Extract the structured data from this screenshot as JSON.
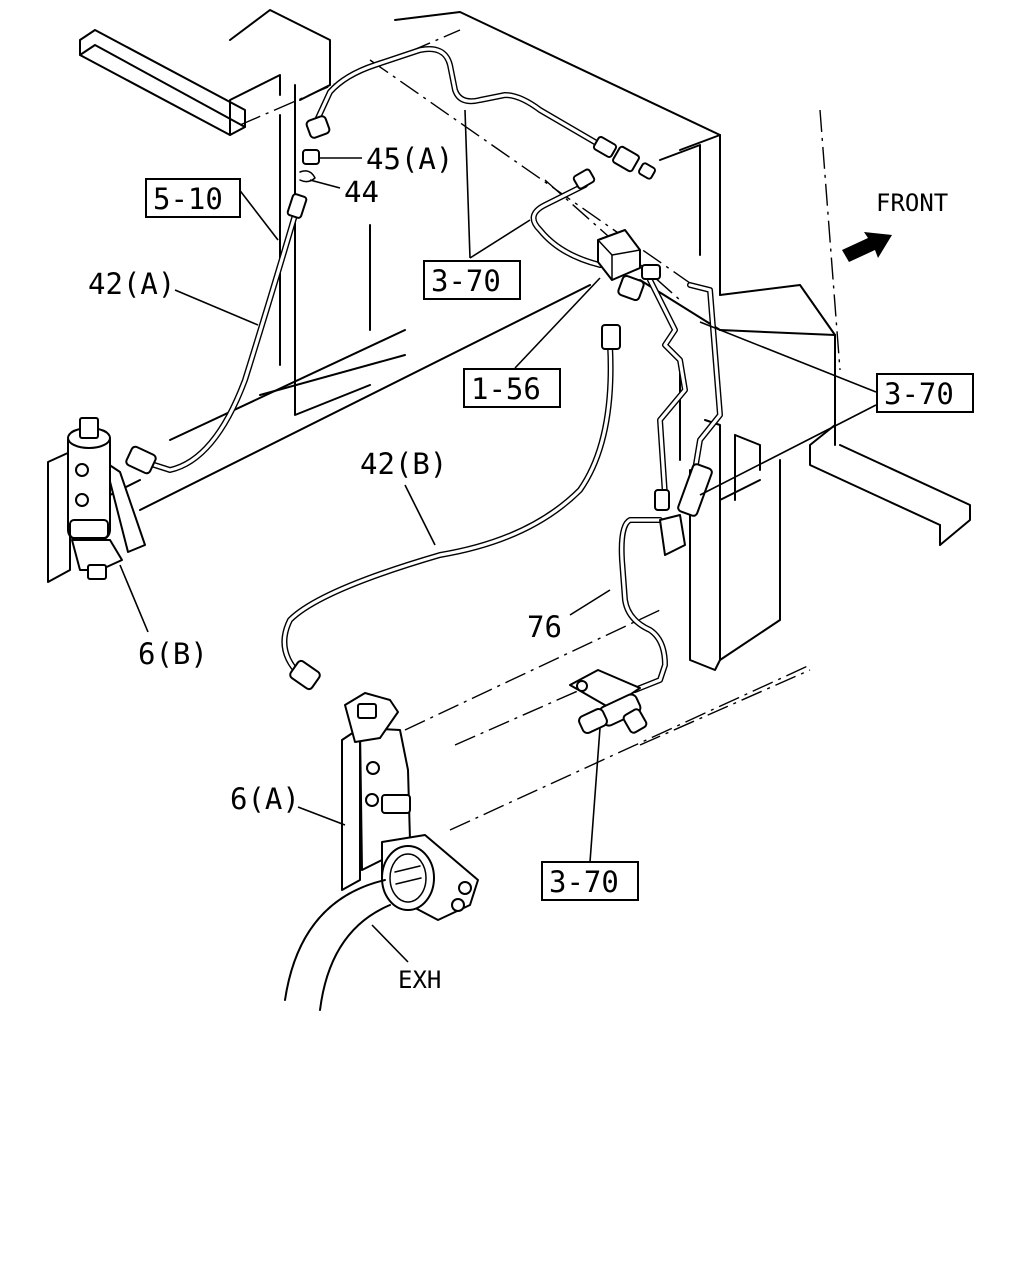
{
  "diagram": {
    "direction_label": "FRONT",
    "exhaust_label": "EXH",
    "parts": {
      "p45a": "45(A)",
      "p44": "44",
      "p42a": "42(A)",
      "p42b": "42(B)",
      "p6a": "6(A)",
      "p6b": "6(B)",
      "p76": "76"
    },
    "refs": {
      "r510": "5-10",
      "r370_top": "3-70",
      "r156": "1-56",
      "r370_right": "3-70",
      "r370_bottom": "3-70"
    },
    "colors": {
      "line": "#000000",
      "background": "#ffffff"
    }
  }
}
